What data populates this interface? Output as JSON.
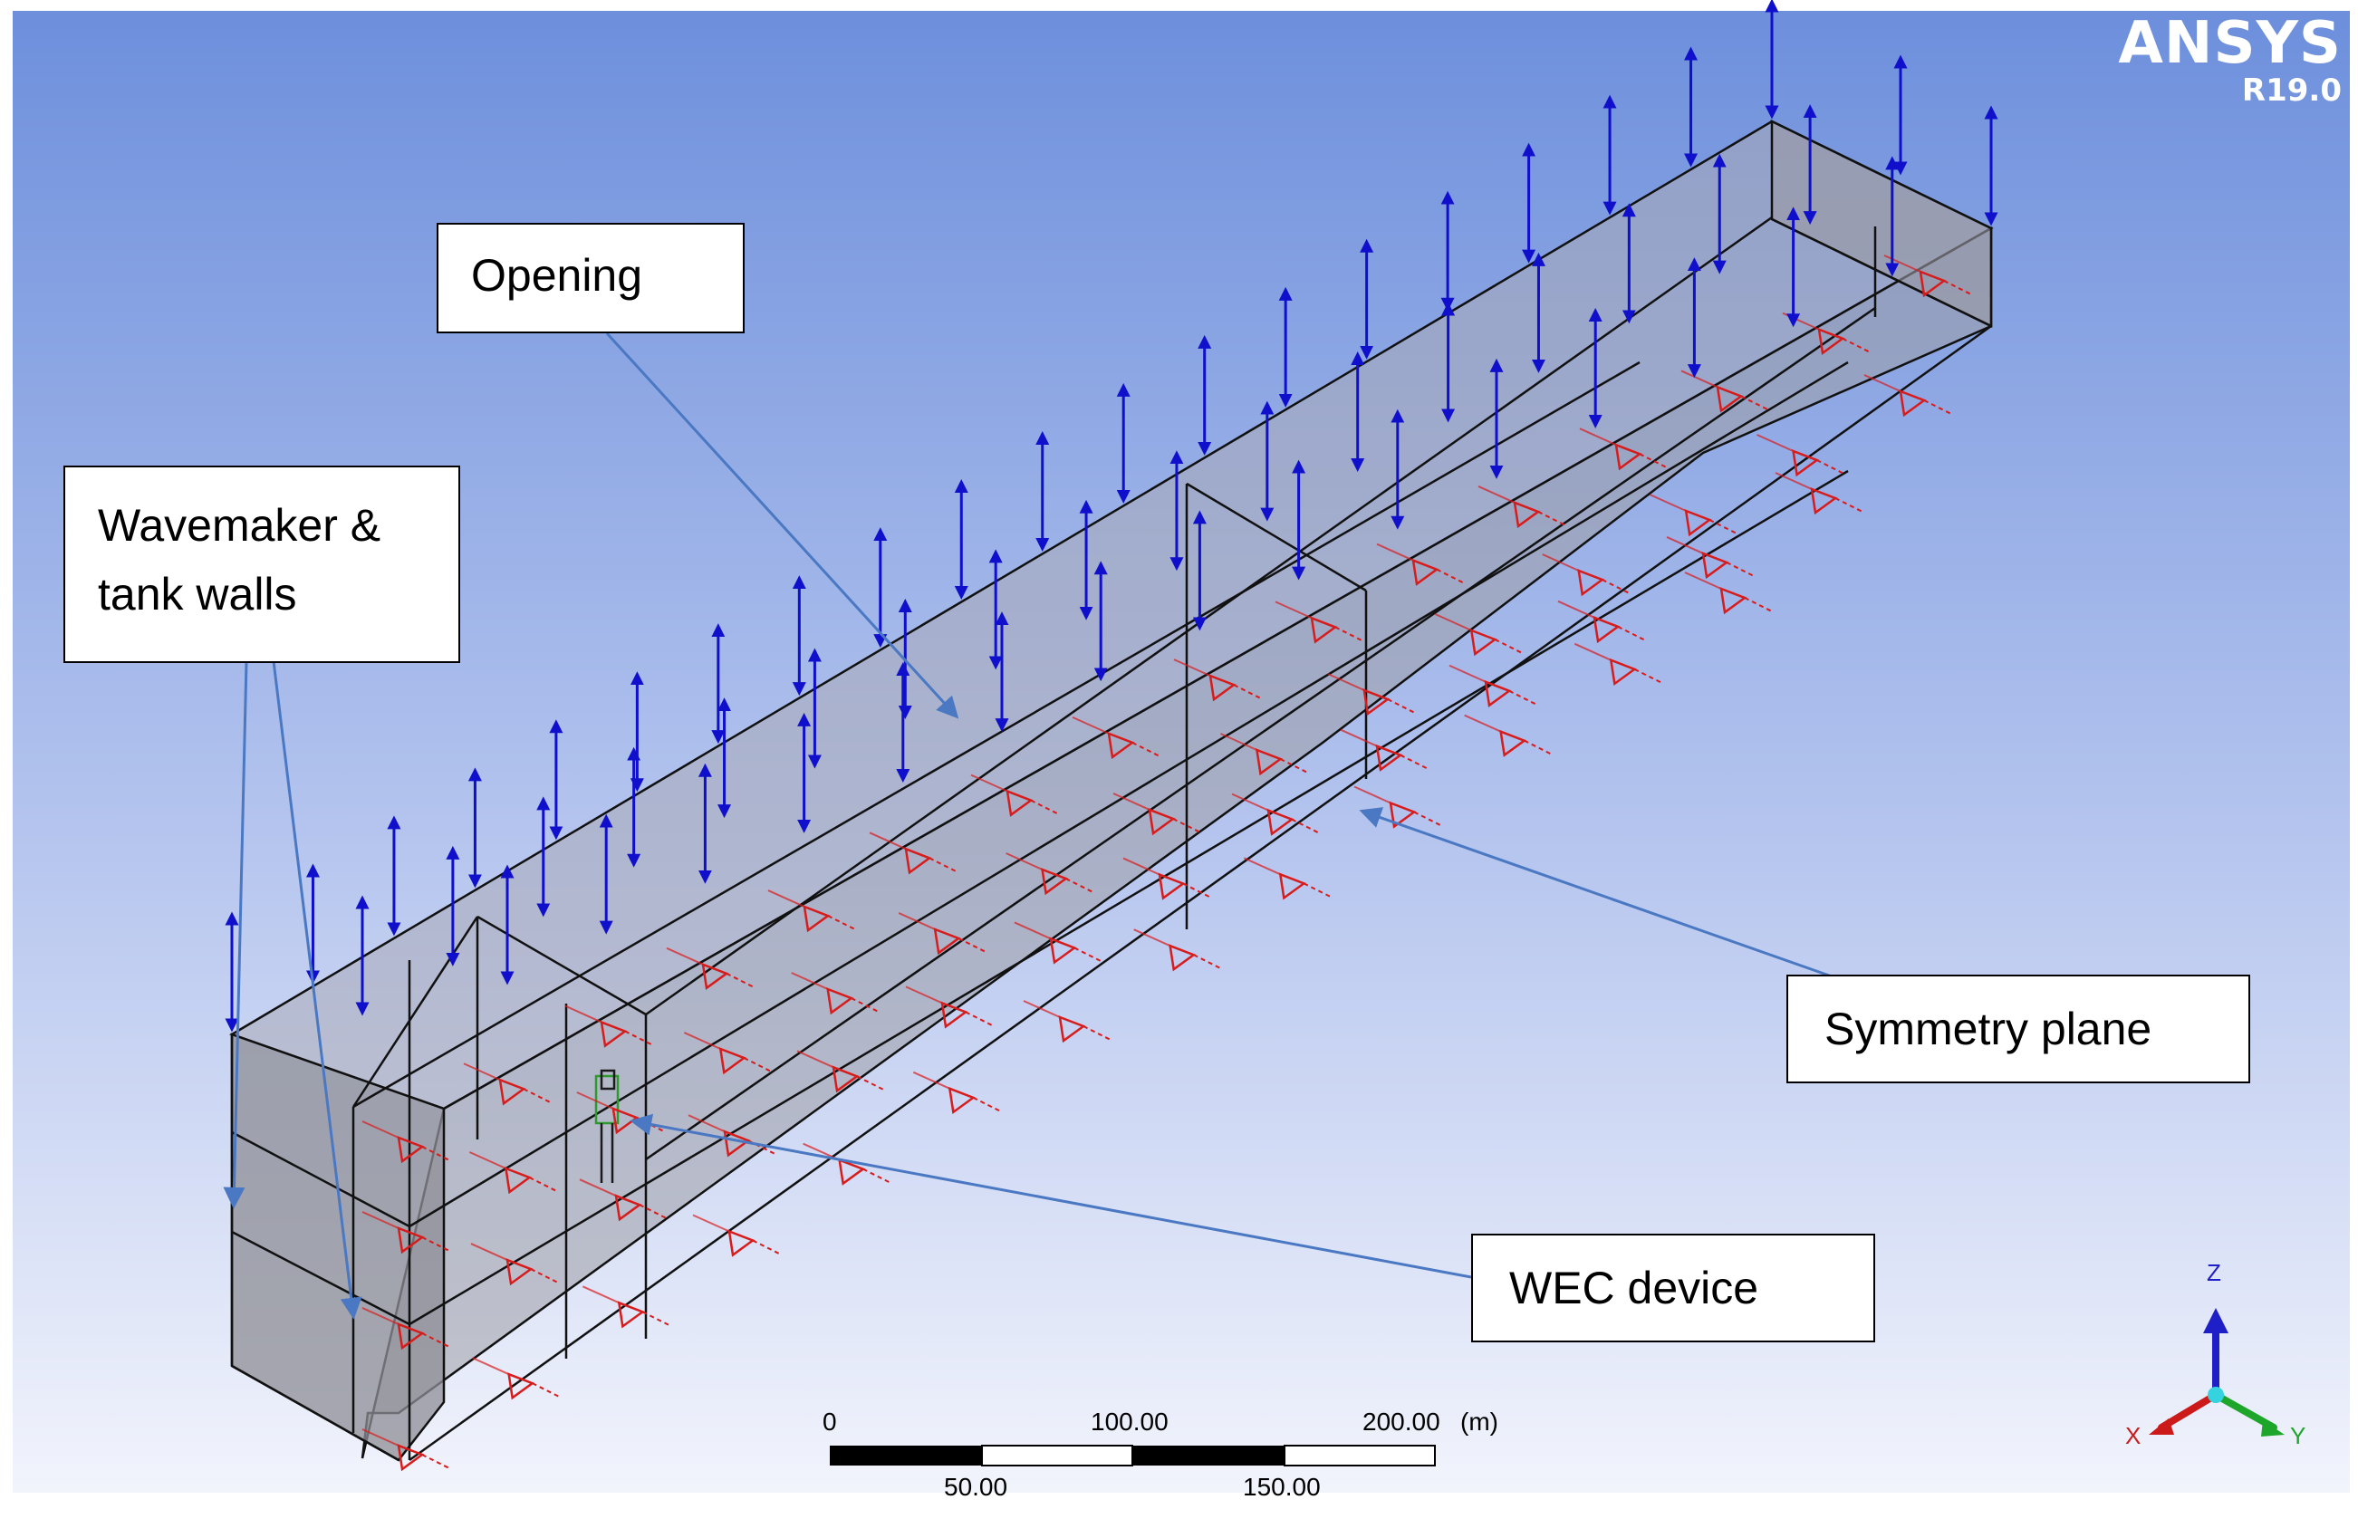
{
  "logo": {
    "brand": "ANSYS",
    "version": "R19.0"
  },
  "callouts": {
    "opening": "Opening",
    "wavemaker_line1": "Wavemaker &",
    "wavemaker_line2": "tank walls",
    "symmetry": "Symmetry plane",
    "wec": "WEC device"
  },
  "scale_bar": {
    "top_labels": [
      "0",
      "100.00",
      "200.00"
    ],
    "unit": "(m)",
    "bottom_labels": [
      "50.00",
      "150.00"
    ]
  },
  "triad": {
    "z": "Z",
    "x": "X",
    "y": "Y"
  },
  "colors": {
    "bg_top": "#6e8fdc",
    "bg_bottom": "#eef1fb",
    "load_arrow": "#1010cc",
    "symmetry_marker": "#d81b1b",
    "callout_line": "#4a78c2"
  }
}
